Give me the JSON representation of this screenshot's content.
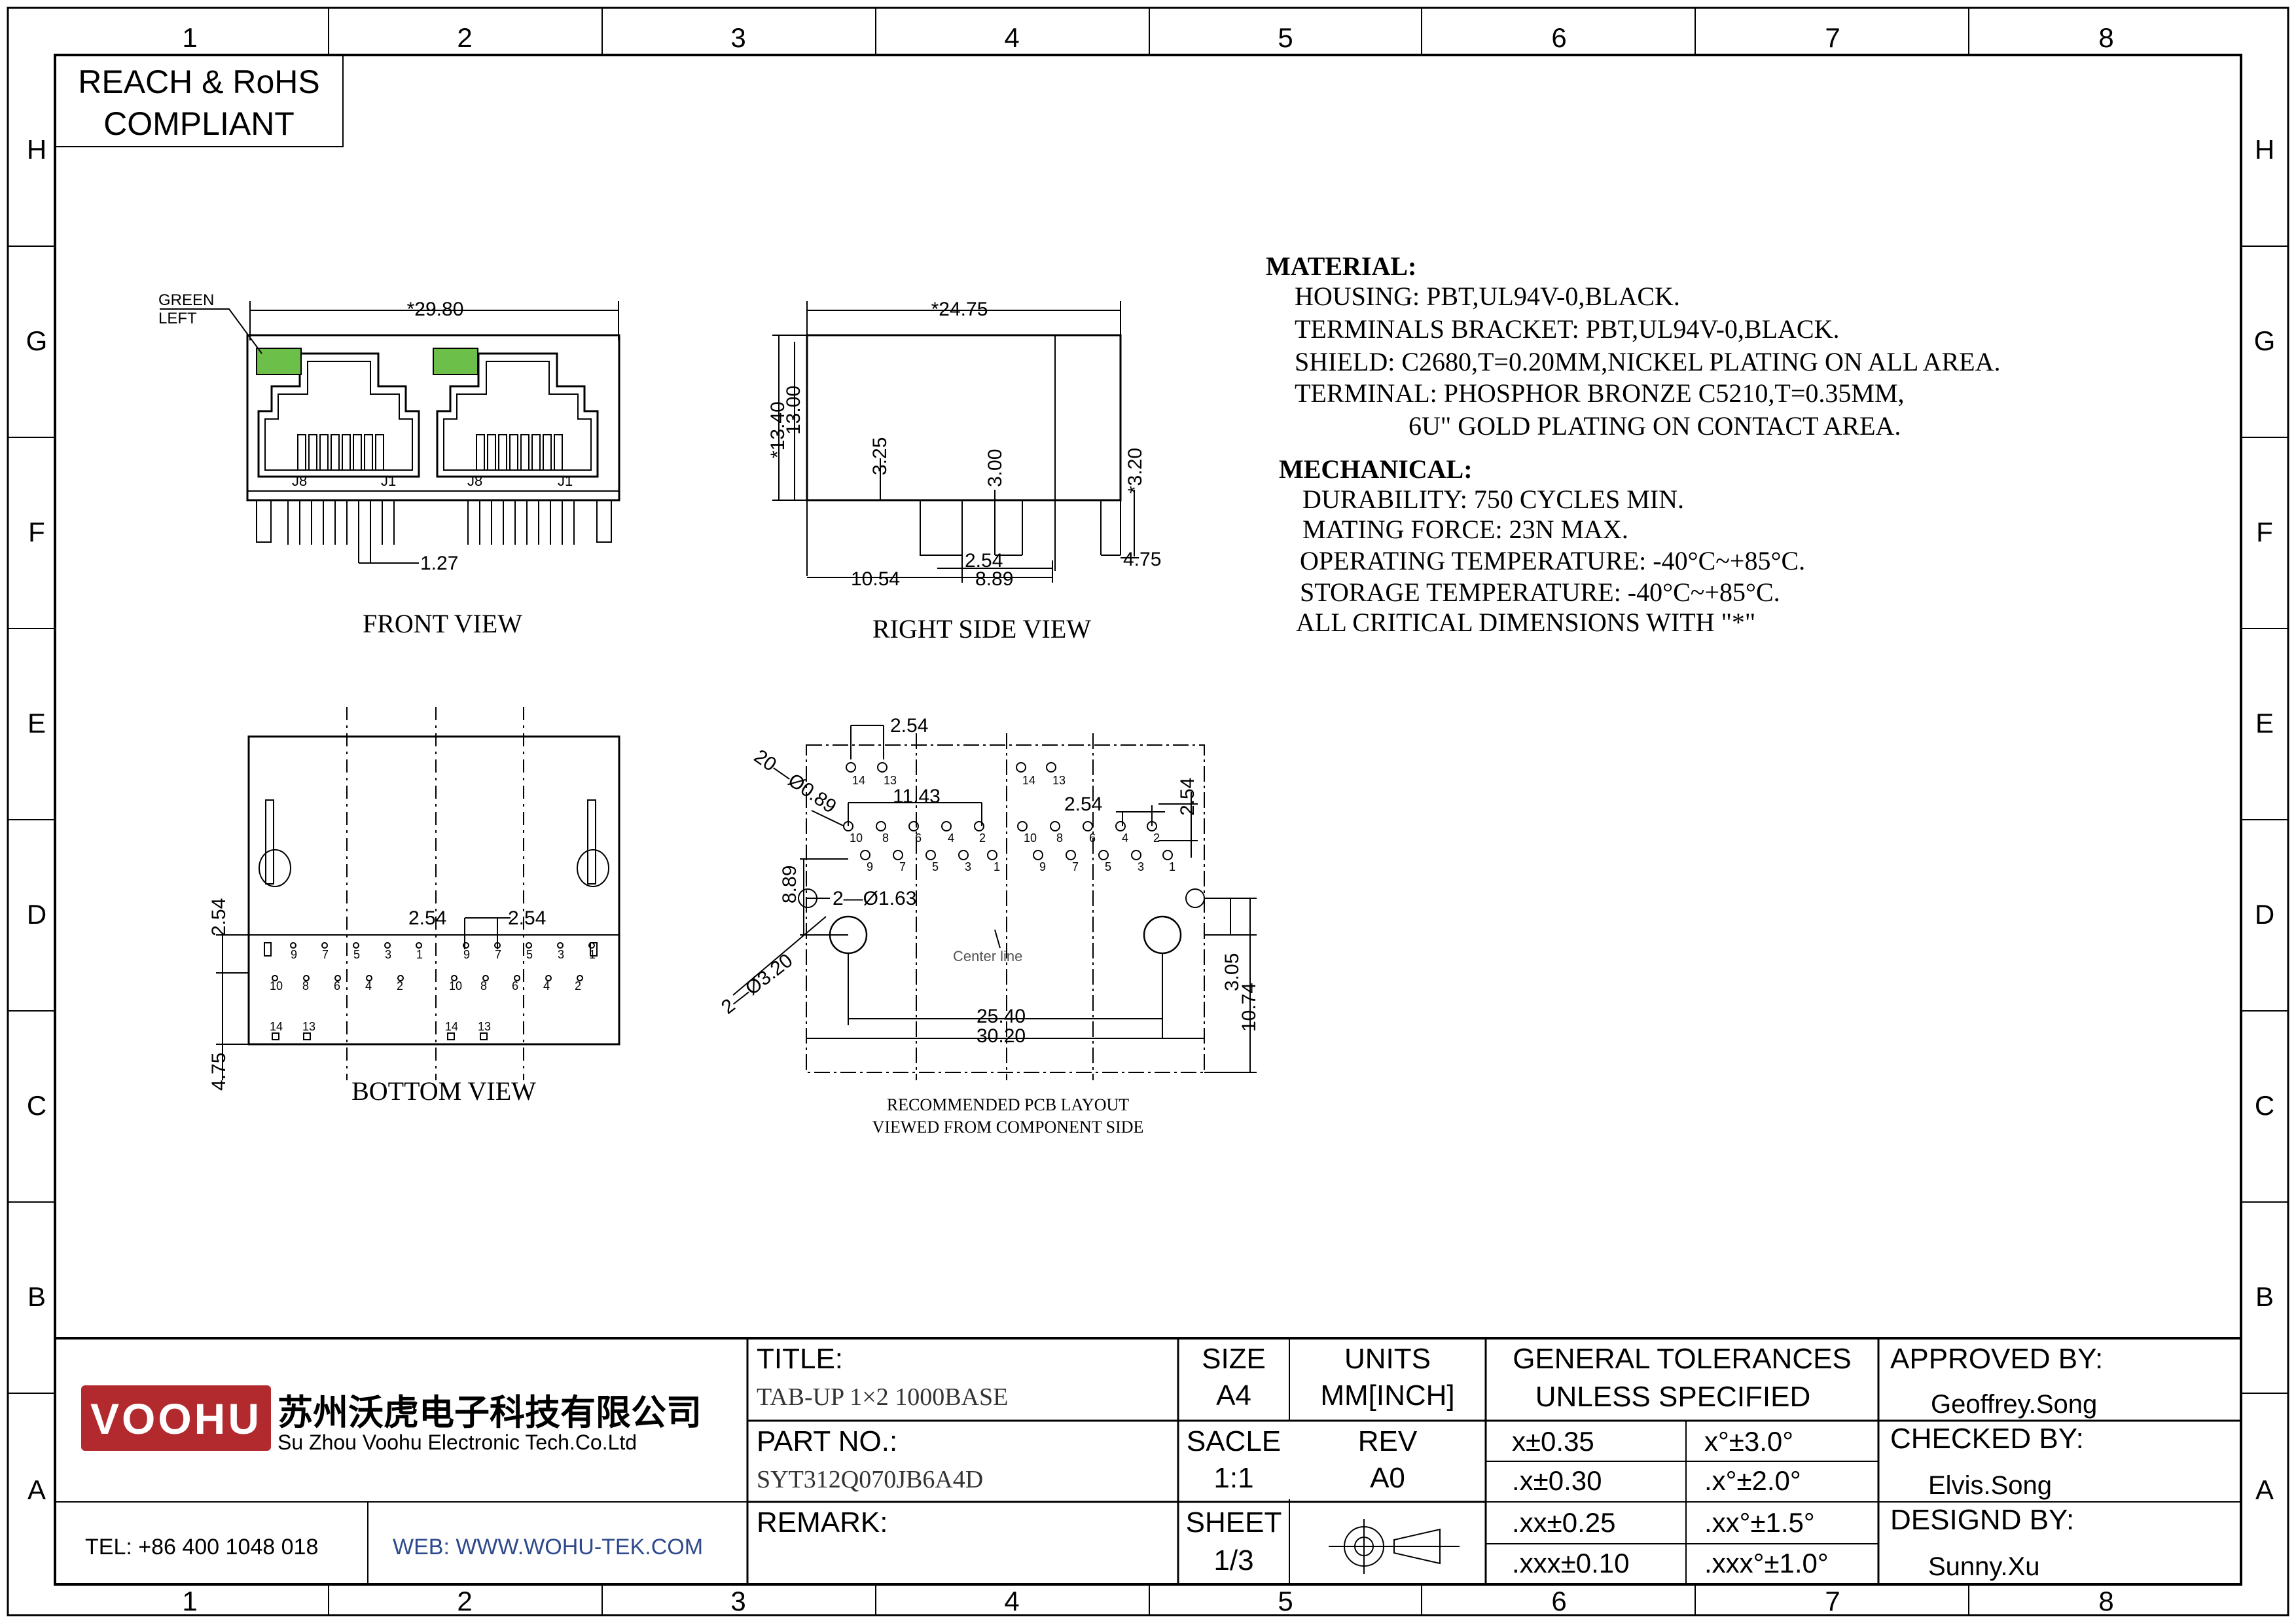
{
  "frame": {
    "cols": [
      "1",
      "2",
      "3",
      "4",
      "5",
      "6",
      "7",
      "8"
    ],
    "rows": [
      "H",
      "G",
      "F",
      "E",
      "D",
      "C",
      "B",
      "A"
    ]
  },
  "compliance": {
    "line1": "REACH & RoHS",
    "line2": "COMPLIANT"
  },
  "front_view": {
    "label": "FRONT VIEW",
    "led_note_line1": "GREEN",
    "led_note_line2": "LEFT",
    "width_dim": "*29.80",
    "pitch_dim": "1.27",
    "j8": "J8",
    "j1": "J1",
    "led_color": "#6cc04a"
  },
  "right_side_view": {
    "label": "RIGHT SIDE VIEW",
    "depth_dim": "*24.75",
    "h1": "*13.40",
    "h2": "13.00",
    "d325": "3.25",
    "d300": "3.00",
    "d320": "*3.20",
    "d1054": "10.54",
    "d254": "2.54",
    "d889": "8.89",
    "d475": "4.75"
  },
  "bottom_view": {
    "label": "BOTTOM VIEW",
    "d254a": "2.54",
    "d254b": "2.54",
    "d254v": "2.54",
    "d475v": "4.75",
    "pins_top": [
      "9",
      "7",
      "5",
      "3",
      "1"
    ],
    "pins_mid": [
      "10",
      "8",
      "6",
      "4",
      "2"
    ],
    "pins_bot": [
      "14",
      "13"
    ]
  },
  "pcb_layout": {
    "caption_line1": "RECOMMENDED PCB LAYOUT",
    "caption_line2": "VIEWED FROM COMPONENT SIDE",
    "d254_top": "2.54",
    "hole20": "20—Ø0.89",
    "d1143": "11.43",
    "d254_mid": "2.54",
    "d254_v": "2.54",
    "d889": "8.89",
    "hole2_163": "2—Ø1.63",
    "hole2_320": "2—Ø3.20",
    "centerline": "Center line",
    "d2540": "25.40",
    "d3020": "30.20",
    "d305": "3.05",
    "d1074": "10.74",
    "pin14": "14",
    "pin13": "13",
    "row_top": [
      "10",
      "8",
      "6",
      "4",
      "2"
    ],
    "row_bot": [
      "9",
      "7",
      "5",
      "3",
      "1"
    ]
  },
  "spec": {
    "material_heading": "MATERIAL:",
    "housing": "HOUSING: PBT,UL94V-0,BLACK.",
    "terminals_bracket": "TERMINALS BRACKET: PBT,UL94V-0,BLACK.",
    "shield": "SHIELD: C2680,T=0.20MM,NICKEL PLATING ON ALL AREA.",
    "terminal": "TERMINAL: PHOSPHOR BRONZE C5210,T=0.35MM,",
    "terminal_cont": "6U\" GOLD PLATING ON CONTACT AREA.",
    "mechanical_heading": "MECHANICAL:",
    "durability": "DURABILITY: 750 CYCLES MIN.",
    "mating_force": "MATING FORCE: 23N MAX.",
    "operating_temp": "OPERATING TEMPERATURE: -40°C~+85°C.",
    "storage_temp": "STORAGE TEMPERATURE: -40°C~+85°C.",
    "critical_note": "ALL CRITICAL DIMENSIONS WITH \"*\""
  },
  "title_block": {
    "logo_text": "VOOHU",
    "logo_color": "#b22a2e",
    "company_cn": "苏州沃虎电子科技有限公司",
    "company_en": "Su Zhou Voohu Electronic Tech.Co.Ltd",
    "tel": "TEL: +86 400 1048 018",
    "web": "WEB: WWW.WOHU-TEK.COM",
    "web_color": "#2e4a8c",
    "title_label": "TITLE:",
    "title_value": "TAB-UP 1×2 1000BASE",
    "part_label": "PART NO.:",
    "part_value": "SYT312Q070JB6A4D",
    "remark_label": "REMARK:",
    "size_label": "SIZE",
    "size_value": "A4",
    "units_label": "UNITS",
    "units_value": "MM[INCH]",
    "scale_label": "SACLE",
    "scale_value": "1:1",
    "rev_label": "REV",
    "rev_value": "A0",
    "sheet_label": "SHEET",
    "sheet_value": "1/3",
    "tol_heading1": "GENERAL TOLERANCES",
    "tol_heading2": "UNLESS SPECIFIED",
    "tol_x": "x±0.35",
    "tol_x1": ".x±0.30",
    "tol_x2": ".xx±0.25",
    "tol_x3": ".xxx±0.10",
    "tol_a": "x°±3.0°",
    "tol_a1": ".x°±2.0°",
    "tol_a2": ".xx°±1.5°",
    "tol_a3": ".xxx°±1.0°",
    "approved_label": "APPROVED BY:",
    "approved_value": "Geoffrey.Song",
    "checked_label": "CHECKED BY:",
    "checked_value": "Elvis.Song",
    "designed_label": "DESIGND BY:",
    "designed_value": "Sunny.Xu"
  }
}
